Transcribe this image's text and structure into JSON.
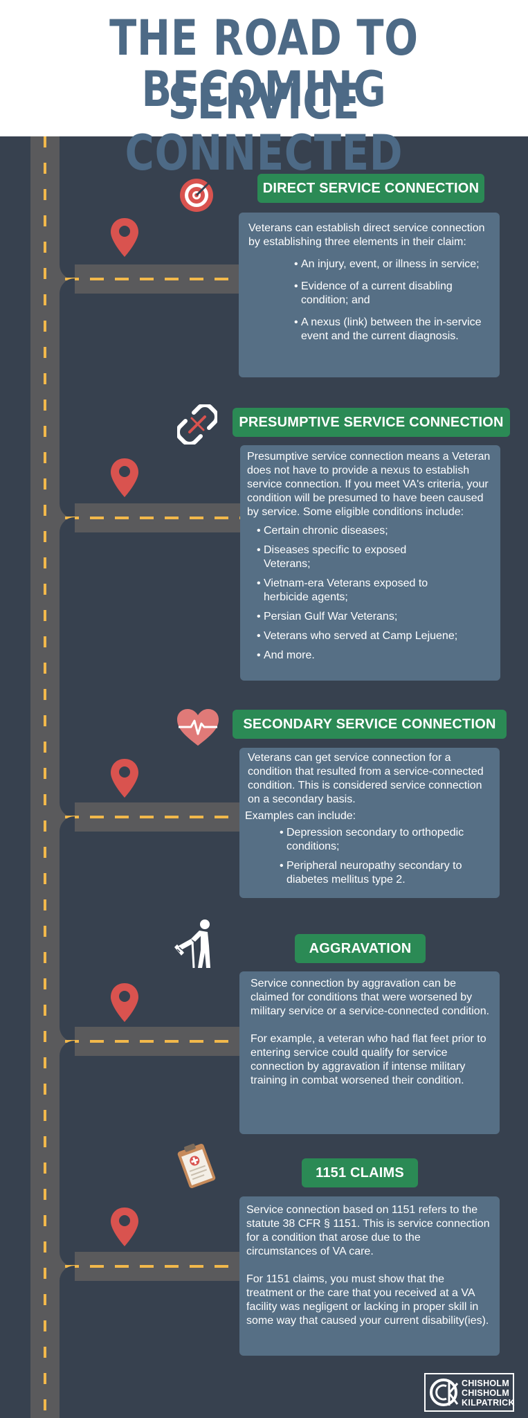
{
  "title": {
    "line1": "THE ROAD TO BECOMING",
    "line2": "SERVICE CONNECTED"
  },
  "sections": [
    {
      "heading": "DIRECT SERVICE CONNECTION",
      "icon": "target-icon",
      "intro": "Veterans can establish direct service connection by establishing three elements in their claim:",
      "bullets": [
        "An injury, event, or illness in service;",
        "Evidence of a current disabling condition; and",
        "A nexus (link) between the in-service event and the current diagnosis."
      ]
    },
    {
      "heading": "PRESUMPTIVE SERVICE CONNECTION",
      "icon": "broken-chain-icon",
      "intro": "Presumptive service connection means a Veteran does not have to provide a nexus to establish service connection. If you meet VA's criteria, your condition will be presumed to have been caused by service. Some eligible conditions include:",
      "bullets": [
        "Certain chronic diseases;",
        "Diseases specific to exposed Veterans;",
        "Vietnam-era Veterans exposed to herbicide agents;",
        "Persian Gulf War Veterans;",
        "Veterans who served at Camp Lejuene;",
        "And more."
      ]
    },
    {
      "heading": "SECONDARY SERVICE CONNECTION",
      "icon": "heartbeat-icon",
      "intro": "Veterans can get service connection for a condition that resulted from a service-connected condition. This is considered service connection on a secondary basis.",
      "sub": "Examples can include:",
      "bullets": [
        "Depression secondary to orthopedic conditions;",
        "Peripheral neuropathy secondary to diabetes mellitus type 2."
      ]
    },
    {
      "heading": "AGGRAVATION",
      "icon": "injured-person-crutch-icon",
      "p1": "Service connection by aggravation can be claimed for conditions that were worsened by military service or a service-connected condition.",
      "p2": "For example, a veteran who had flat feet prior to entering service could qualify for service connection by aggravation if intense military training in combat worsened their condition."
    },
    {
      "heading": "1151 CLAIMS",
      "icon": "medical-clipboard-icon",
      "p1": "Service connection based on 1151 refers to the statute 38 CFR § 1151. This is service connection for a condition that arose due to the circumstances of VA care.",
      "p2": "For 1151 claims, you must show that the treatment or the care that you received at a VA facility was negligent or lacking in proper skill in some way that caused your current disability(ies)."
    }
  ],
  "logo": {
    "monogram": "CCK",
    "line1": "CHISHOLM",
    "line2": "CHISHOLM",
    "line3": "KILPATRICK"
  },
  "colors": {
    "background": "#37414f",
    "title": "#4d6a86",
    "banner": "#2b8a55",
    "box": "#566f85",
    "pin": "#d9534f",
    "road": "#5a5a5c",
    "road_line": "#f2b84b"
  }
}
